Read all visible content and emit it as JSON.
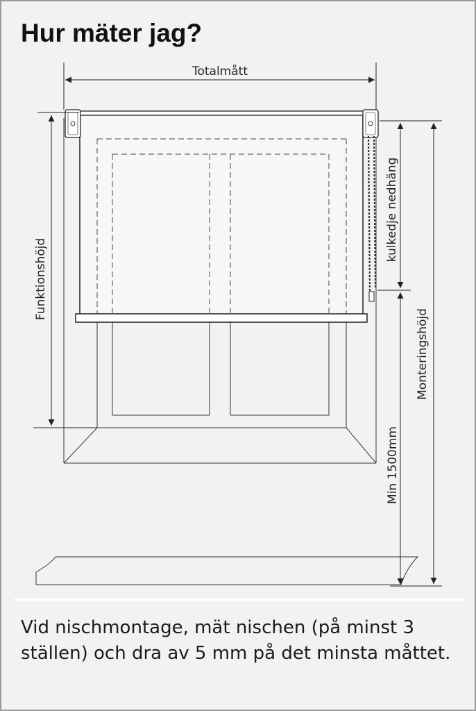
{
  "title": "Hur mäter jag?",
  "labels": {
    "total_width": "Totalmått",
    "function_height": "Funktionshöjd",
    "chain_drop": "kulkedje nedhäng",
    "min_height": "Min 1500mm",
    "mounting_height": "Monteringshöjd"
  },
  "note": "Vid nischmontage, mät nischen (på minst 3 ställen) och dra av 5 mm på det minsta måttet.",
  "colors": {
    "background": "#f2f2f2",
    "line": "#222222",
    "blind": "#f7f7f7",
    "border": "#9a9a9a"
  }
}
